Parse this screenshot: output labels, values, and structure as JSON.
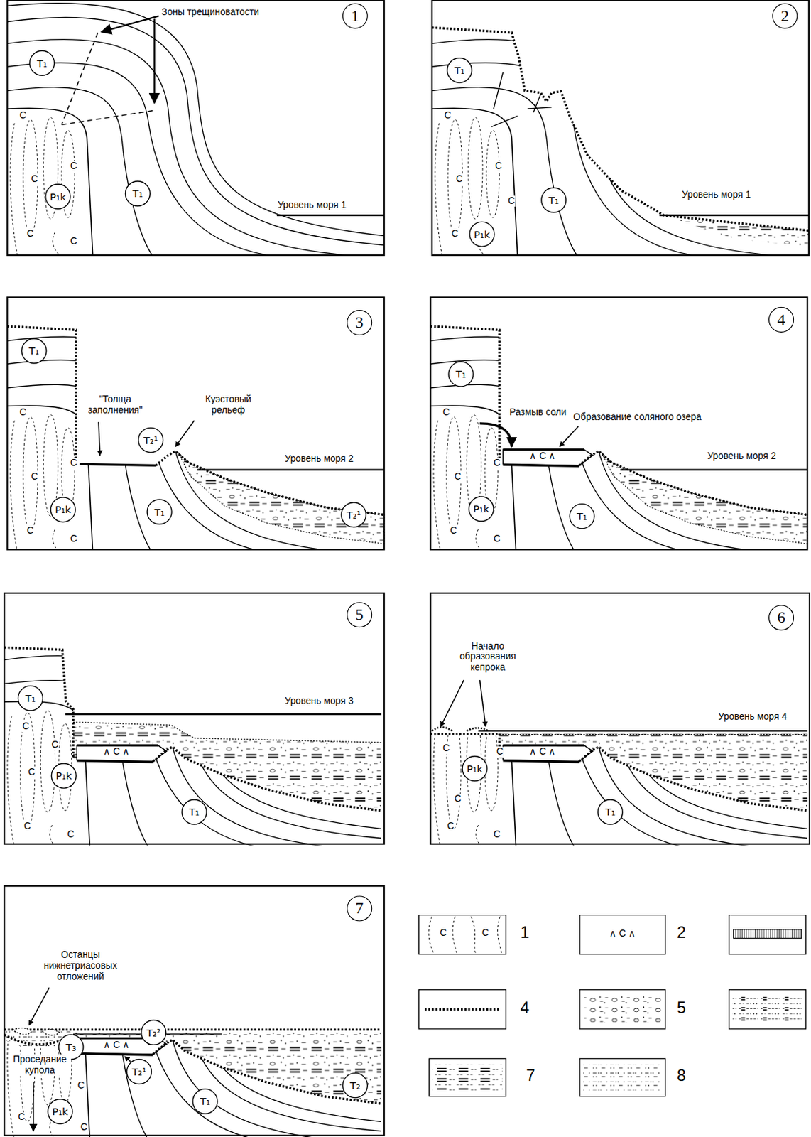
{
  "diagram": {
    "nodes": [
      {
        "text": [
          "1"
        ]
      },
      {
        "text": [
          "T₁"
        ]
      },
      {
        "text": [
          "T₁"
        ]
      },
      {
        "text": [
          "P₁k"
        ]
      },
      {
        "text": [
          "2"
        ]
      },
      {
        "text": [
          "T₁"
        ]
      },
      {
        "text": [
          "T₁"
        ]
      },
      {
        "text": [
          "P₁k"
        ]
      },
      {
        "text": [
          "3"
        ]
      },
      {
        "text": [
          "T₁"
        ]
      },
      {
        "text": [
          "T₂¹"
        ]
      },
      {
        "text": [
          "P₁k"
        ]
      },
      {
        "text": [
          "T₁"
        ]
      },
      {
        "text": [
          "T₂¹"
        ]
      },
      {
        "text": [
          "4"
        ]
      },
      {
        "text": [
          "T₁"
        ]
      },
      {
        "text": [
          "P₁k"
        ]
      },
      {
        "text": [
          "T₁"
        ]
      },
      {
        "text": [
          "5"
        ]
      },
      {
        "text": [
          "T₁"
        ]
      },
      {
        "text": [
          "P₁k"
        ]
      },
      {
        "text": [
          "T₁"
        ]
      },
      {
        "text": [
          "6"
        ]
      },
      {
        "text": [
          "P₁k"
        ]
      },
      {
        "text": [
          "T₁"
        ]
      },
      {
        "text": [
          "7"
        ]
      },
      {
        "text": [
          "T₃"
        ]
      },
      {
        "text": [
          "T₂²"
        ]
      },
      {
        "text": [
          "T₂¹"
        ]
      },
      {
        "text": [
          "P₁k"
        ]
      },
      {
        "text": [
          "T₁"
        ]
      },
      {
        "text": [
          "T₂"
        ]
      }
    ],
    "labels": [
      "Зоны трещиноватости",
      "С",
      "С",
      "С",
      "С",
      "С",
      "Уровень моря 1",
      "С",
      "С",
      "С",
      "С",
      "С",
      "Уровень моря 1",
      "С",
      "С",
      "С",
      "С",
      "С",
      "\"Толща заполнения\"",
      "Куэстовый рельеф",
      "Уровень моря 2",
      "С",
      "С",
      "С",
      "С",
      "С",
      "Размыв соли",
      "Образование соляного озера",
      "∧ С ∧",
      "Уровень моря 2",
      "С",
      "С",
      "С",
      "С",
      "С",
      "∧ С ∧",
      "Уровень моря 3",
      "Начало образования кепрока",
      "С",
      "С",
      "С",
      "С",
      "С",
      "∧ С ∧",
      "Уровень моря 4",
      "Останцы нижнетриасовых отложений",
      "Проседание купола",
      "∧ С ∧",
      "С",
      "С",
      "С",
      "С",
      "С",
      "∧ С ∧"
    ],
    "legend": [
      {
        "text": "1"
      },
      {
        "text": "2"
      },
      {
        "text": "4"
      },
      {
        "text": "5"
      },
      {
        "text": "7"
      },
      {
        "text": "8"
      }
    ]
  }
}
